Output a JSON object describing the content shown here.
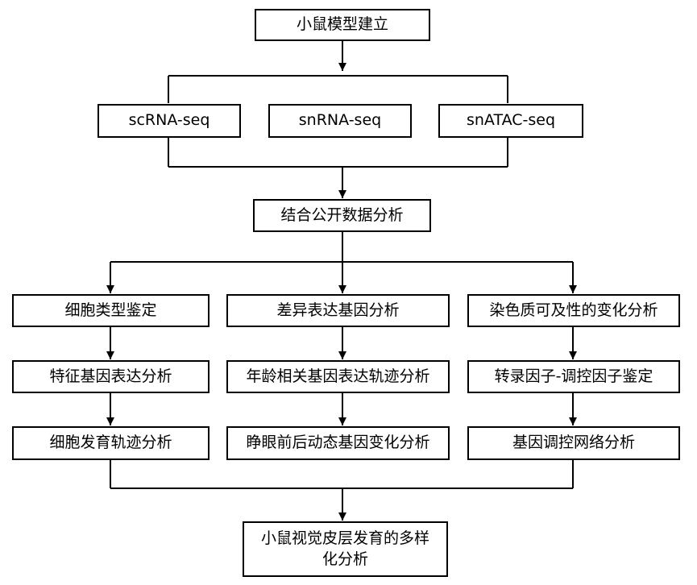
{
  "diagram": {
    "top": "小鼠模型建立",
    "methods": [
      "scRNA-seq",
      "snRNA-seq",
      "snATAC-seq"
    ],
    "integrate": "结合公开数据分析",
    "col1": [
      "细胞类型鉴定",
      "特征基因表达分析",
      "细胞发育轨迹分析"
    ],
    "col2": [
      "差异表达基因分析",
      "年龄相关基因表达轨迹分析",
      "睁眼前后动态基因变化分析"
    ],
    "col3": [
      "染色质可及性的变化分析",
      "转录因子-调控因子鉴定",
      "基因调控网络分析"
    ],
    "final": "小鼠视觉皮层发育的多样化分析"
  },
  "colors": {
    "line": "#000000",
    "box_border": "#000000",
    "background": "#ffffff"
  }
}
